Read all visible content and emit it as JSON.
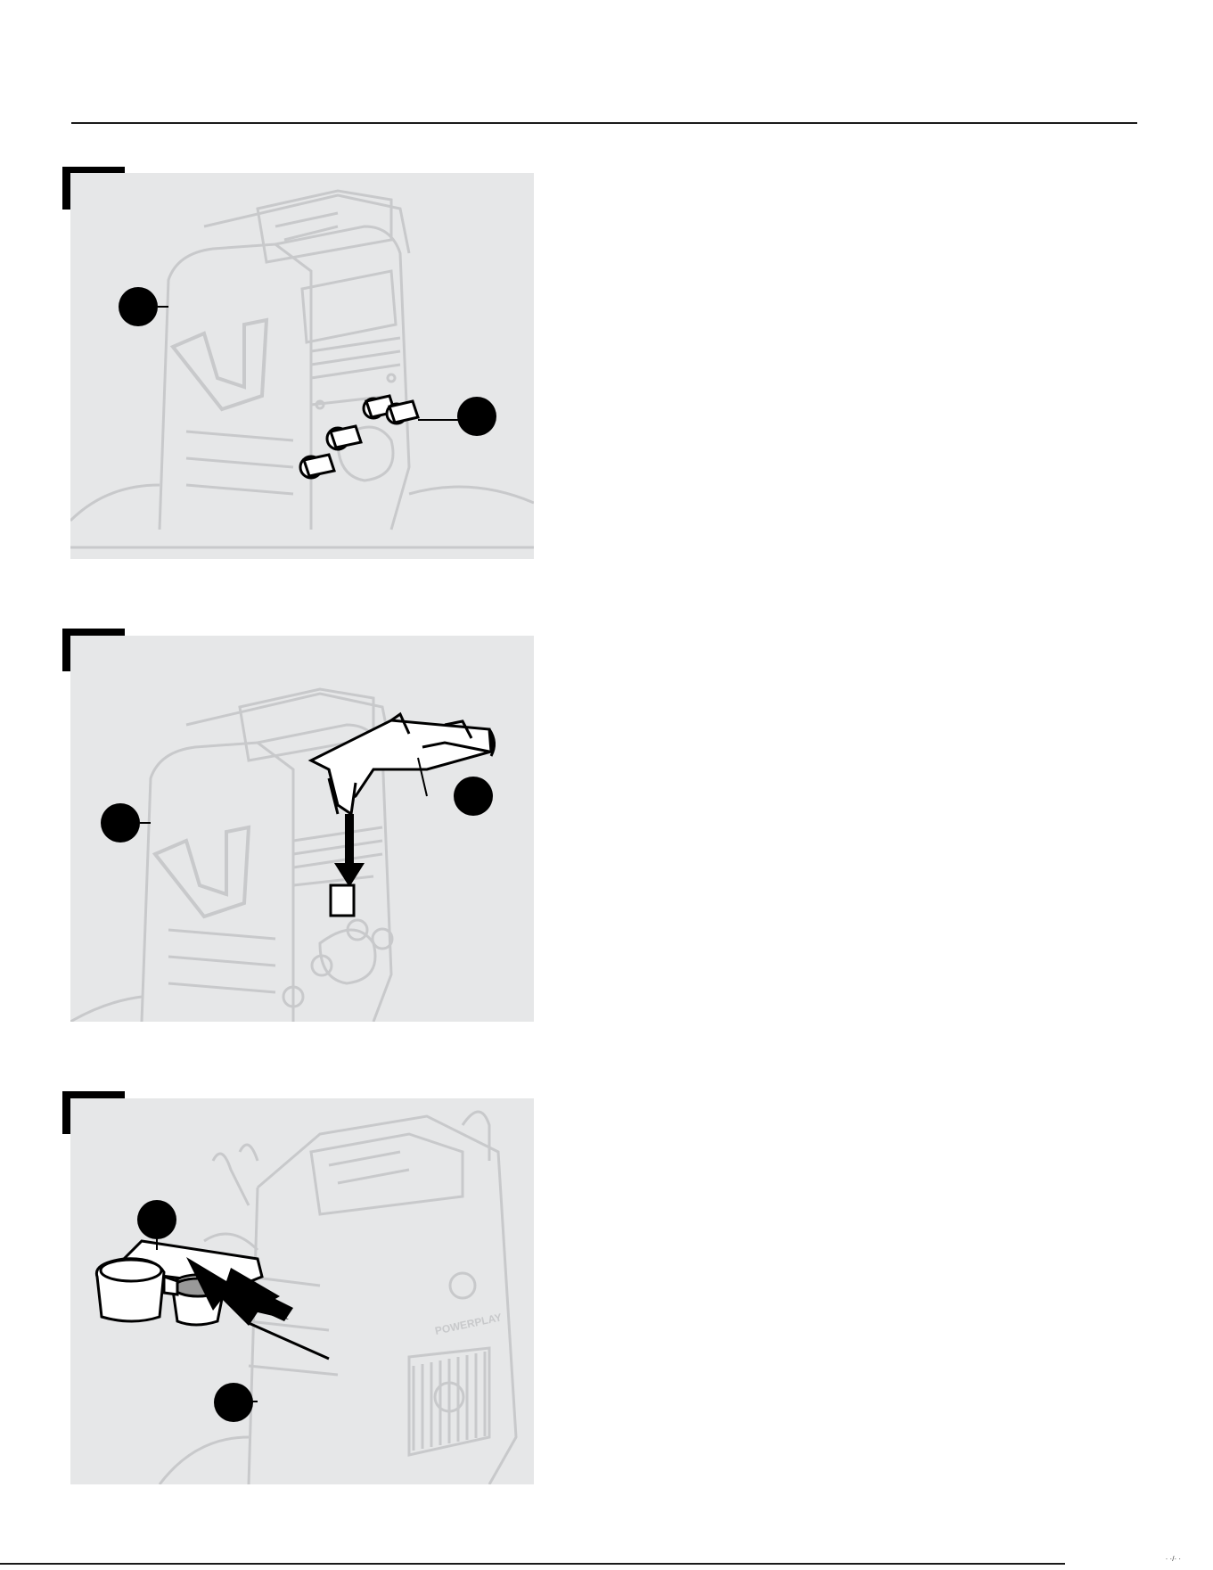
{
  "page": {
    "footer_mark": "· ·/· ·"
  },
  "figures": [
    {
      "step_tag": "",
      "callouts": [
        "",
        ""
      ],
      "icons": [
        "pressure-washer-body",
        "hose-adapter-fittings"
      ]
    },
    {
      "step_tag": "",
      "callouts": [
        "",
        ""
      ],
      "icons": [
        "pressure-washer-body",
        "wand-holder-bracket",
        "down-arrow"
      ]
    },
    {
      "step_tag": "",
      "callouts": [
        "",
        ""
      ],
      "icons": [
        "pressure-washer-body",
        "cup-holder-accessory",
        "right-arrow"
      ],
      "brand_logo_text": "POWERPLAY"
    }
  ],
  "colors": {
    "panel_bg": "#e6e7e8",
    "line_art": "#c8c9cb",
    "ink": "#000000"
  }
}
